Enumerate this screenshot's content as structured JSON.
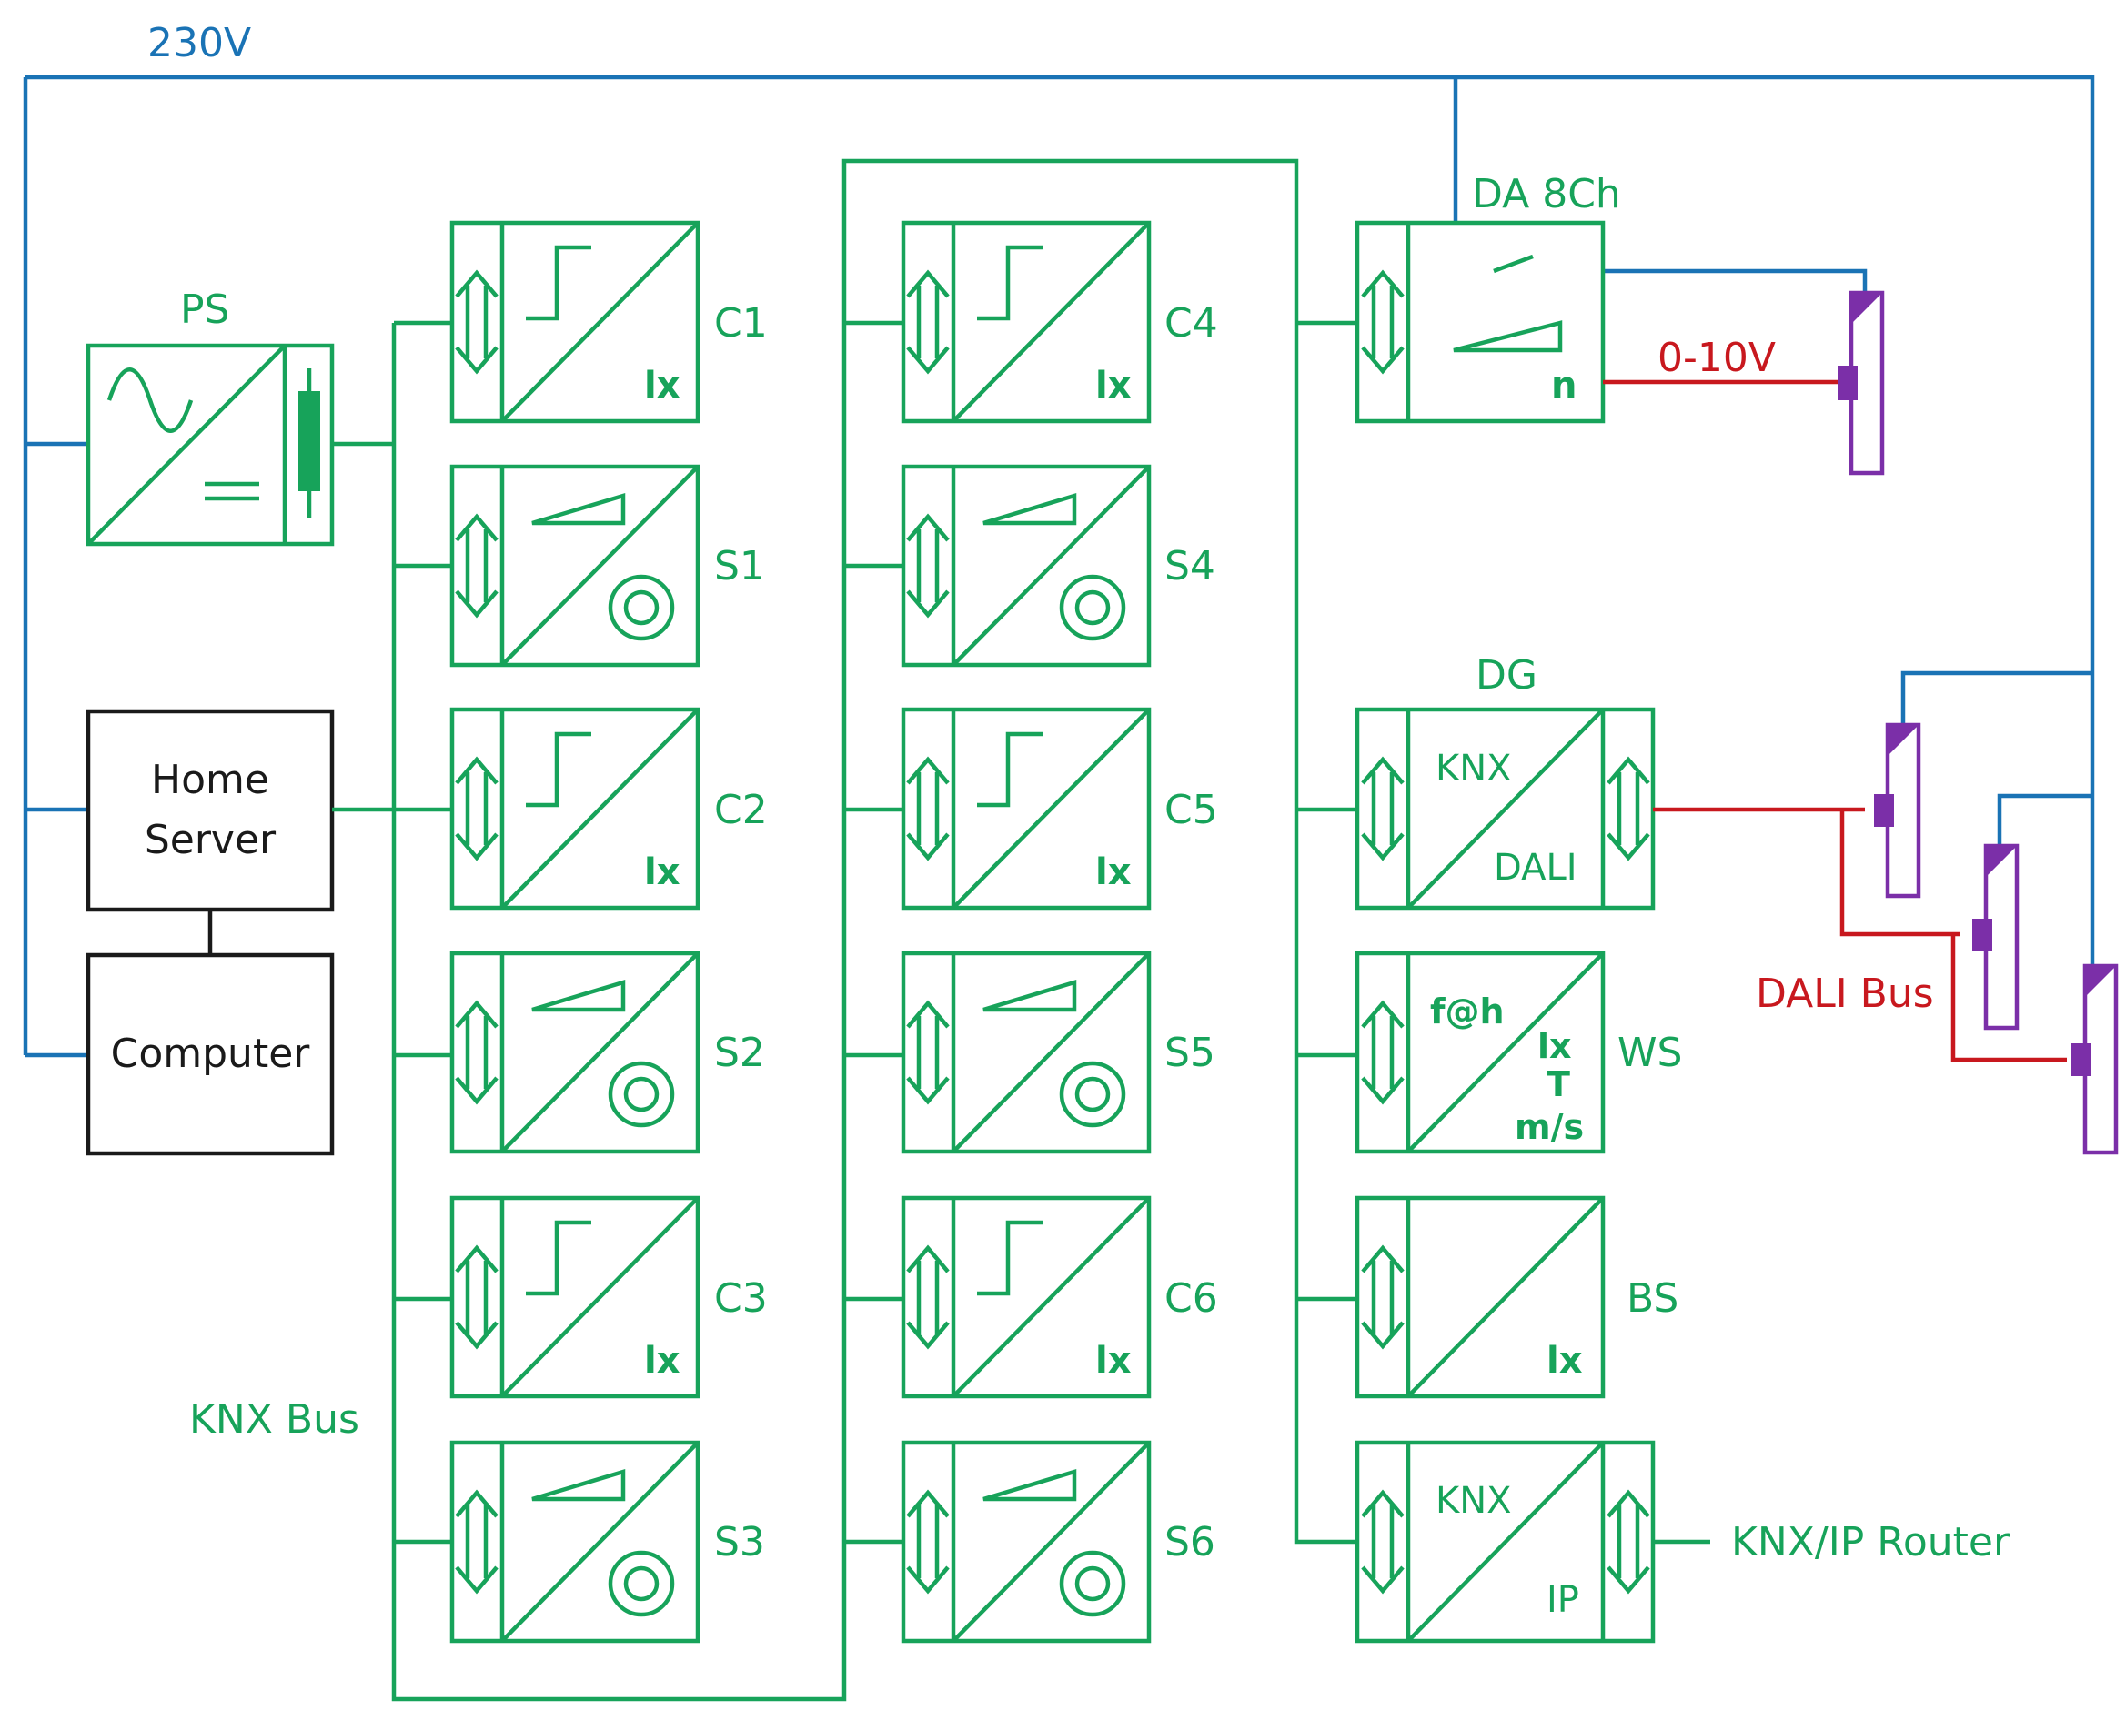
{
  "supply": {
    "label": "230V"
  },
  "power_supply": {
    "label": "PS"
  },
  "home_server": {
    "line1": "Home",
    "line2": "Server"
  },
  "computer": {
    "label": "Computer"
  },
  "bus": {
    "label": "KNX Bus"
  },
  "dimmer_actuator": {
    "label": "DA 8Ch",
    "output_label": "n",
    "analog_label": "0-10V"
  },
  "dali_gateway": {
    "label": "DG",
    "top_text": "KNX",
    "bottom_text": "DALI",
    "bus_label": "DALI Bus"
  },
  "weather_station": {
    "label": "WS",
    "line1": "f@h",
    "line2": "lx",
    "line3": "T",
    "line4": "m/s"
  },
  "brightness_sensor": {
    "label": "BS",
    "unit": "lx"
  },
  "router": {
    "top_text": "KNX",
    "bottom_text": "IP",
    "label": "KNX/IP Router"
  },
  "controllers": [
    {
      "label": "C1",
      "unit": "lx"
    },
    {
      "label": "C2",
      "unit": "lx"
    },
    {
      "label": "C3",
      "unit": "lx"
    },
    {
      "label": "C4",
      "unit": "lx"
    },
    {
      "label": "C5",
      "unit": "lx"
    },
    {
      "label": "C6",
      "unit": "lx"
    }
  ],
  "sensors": [
    {
      "label": "S1"
    },
    {
      "label": "S2"
    },
    {
      "label": "S3"
    },
    {
      "label": "S4"
    },
    {
      "label": "S5"
    },
    {
      "label": "S6"
    }
  ],
  "colors": {
    "mains": "#1a73b5",
    "knx": "#17a35a",
    "signal": "#c8181e",
    "lamp": "#7b2fa8",
    "link": "#1a1a1a"
  }
}
